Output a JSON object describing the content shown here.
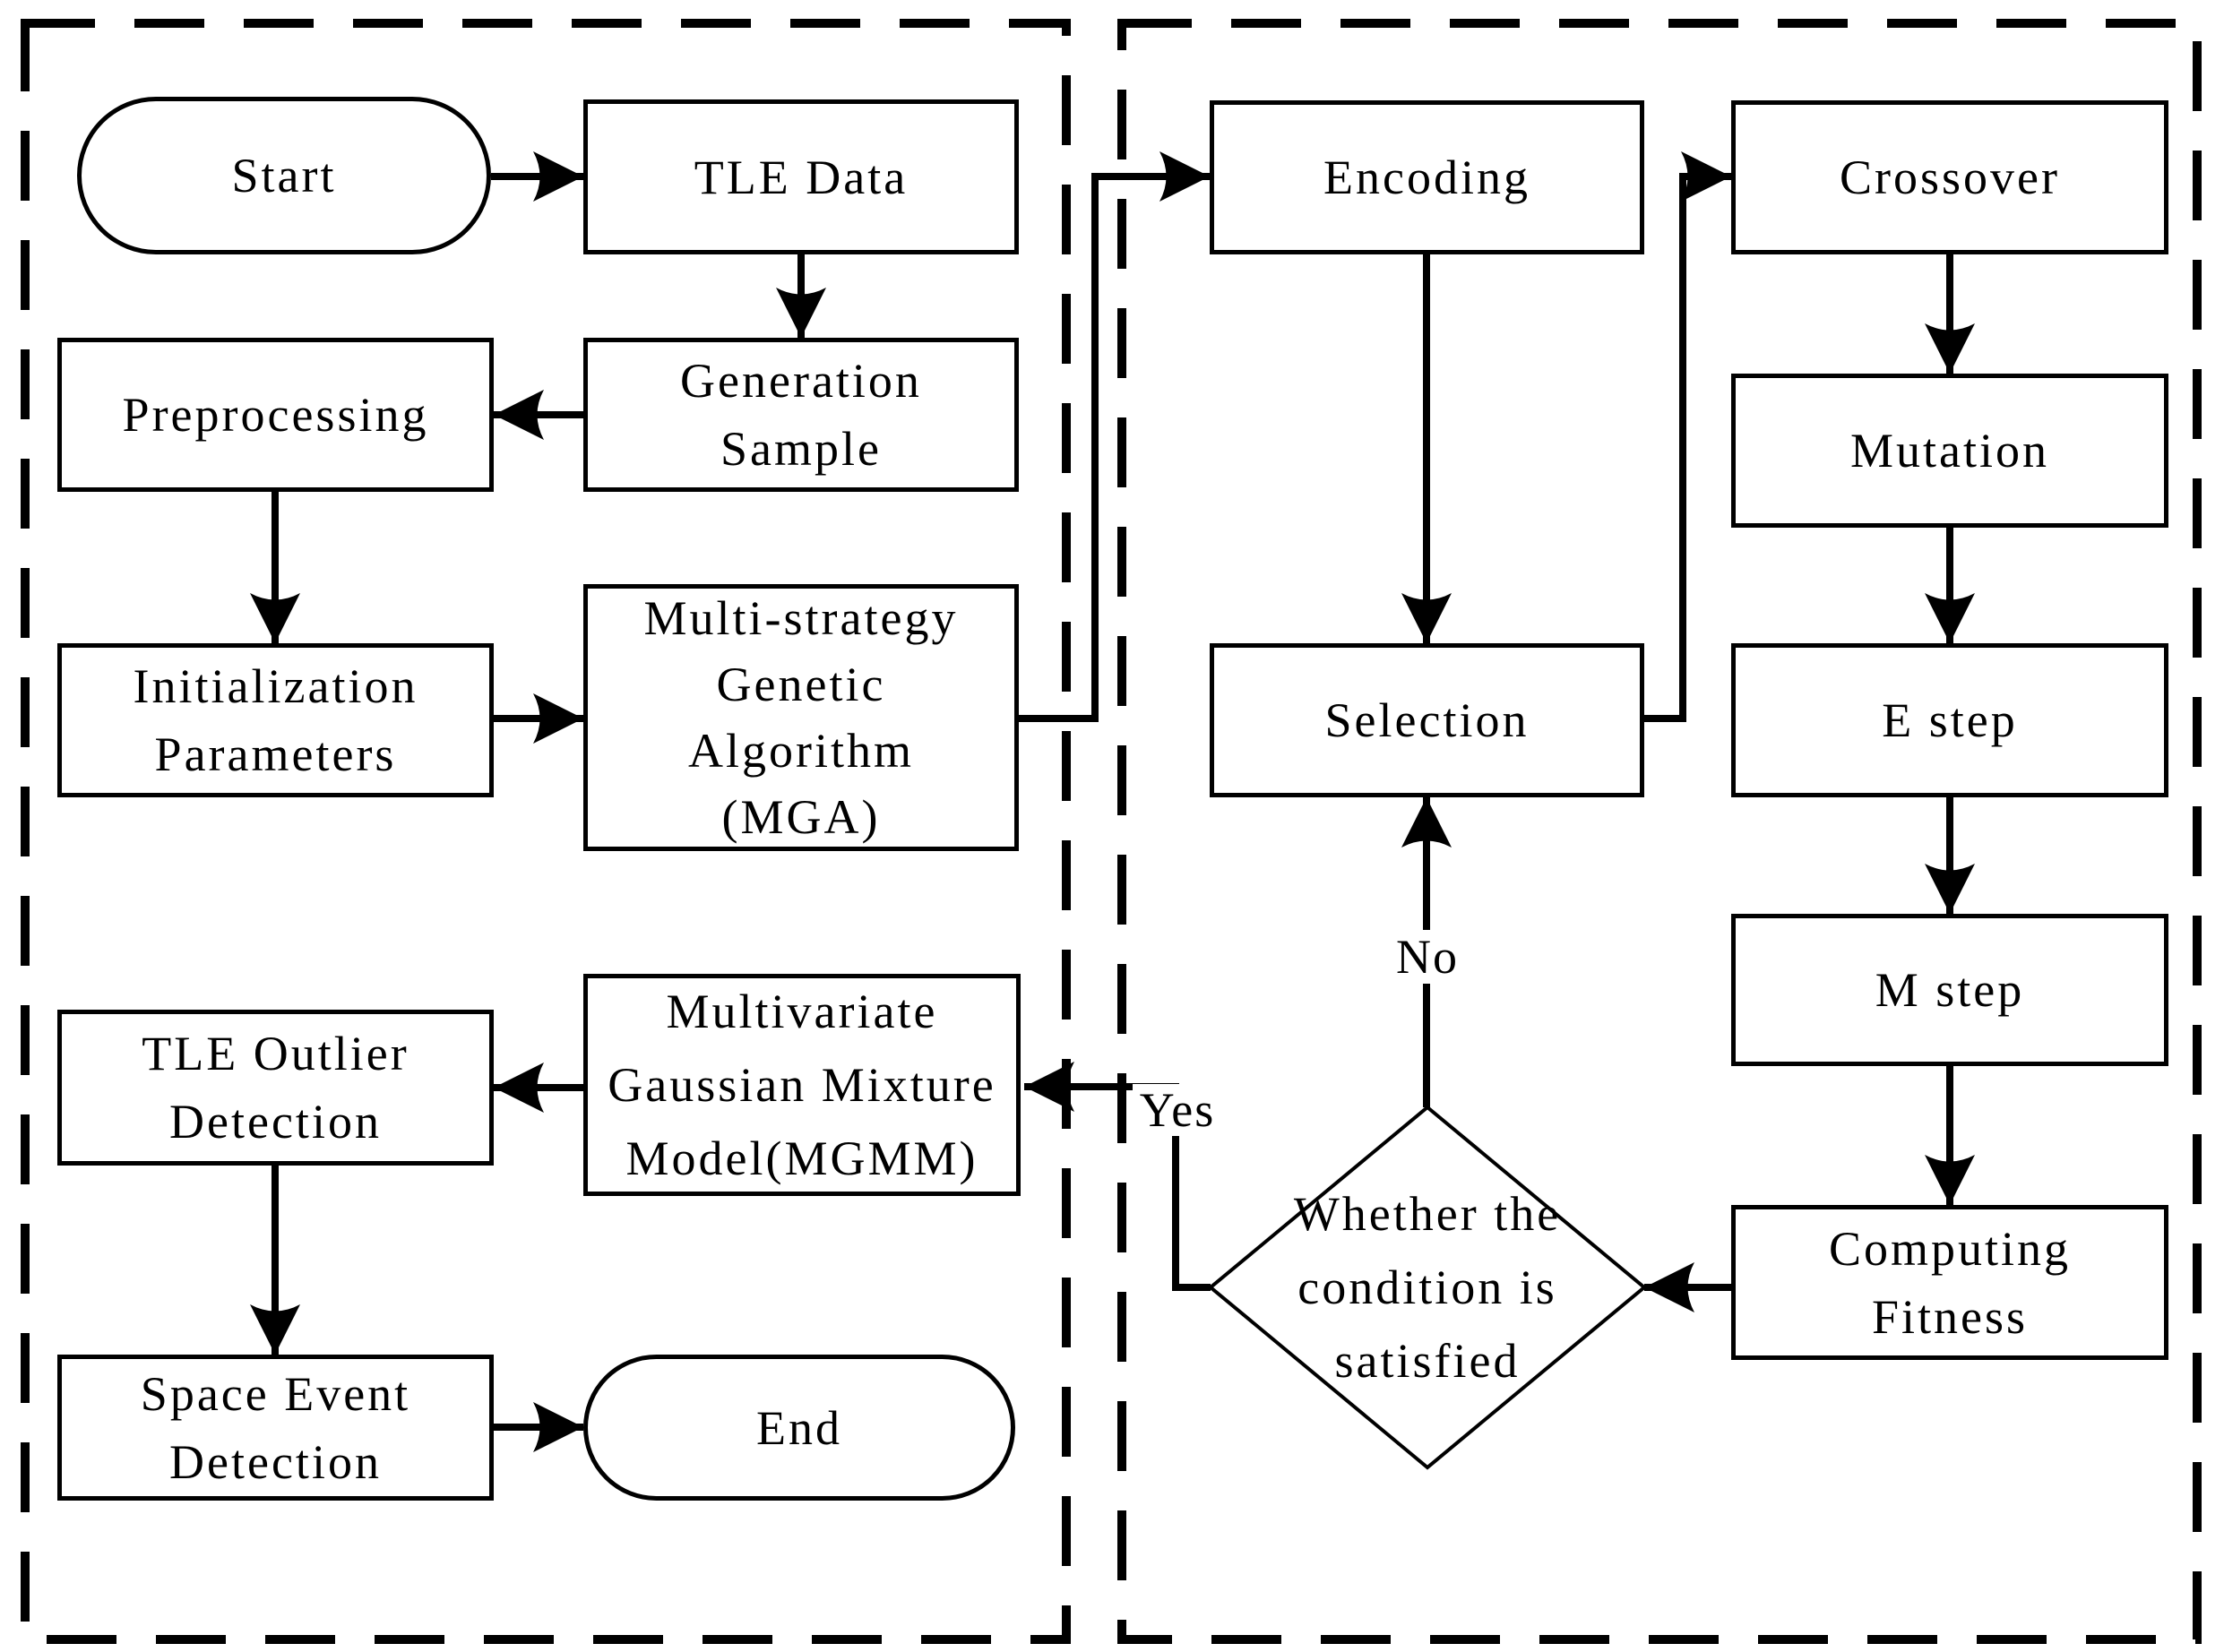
{
  "diagram": {
    "background_color": "#ffffff",
    "line_color": "#000000",
    "nodes": {
      "start": "Start",
      "tle_data": "TLE Data",
      "generation_sample": "Generation\nSample",
      "preprocessing": "Preprocessing",
      "initialization_parameters": "Initialization\nParameters",
      "mga": "Multi-strategy\nGenetic\nAlgorithm\n(MGA)",
      "mgmm": "Multivariate\nGaussian Mixture\nModel(MGMM)",
      "tle_outlier_detection": "TLE Outlier\nDetection",
      "space_event_detection": "Space Event\nDetection",
      "end": "End",
      "encoding": "Encoding",
      "selection": "Selection",
      "crossover": "Crossover",
      "mutation": "Mutation",
      "e_step": "E step",
      "m_step": "M step",
      "computing_fitness": "Computing\nFitness",
      "decision": "Whether the\ncondition is\nsatisfied"
    },
    "edge_labels": {
      "no": "No",
      "yes": "Yes"
    }
  }
}
